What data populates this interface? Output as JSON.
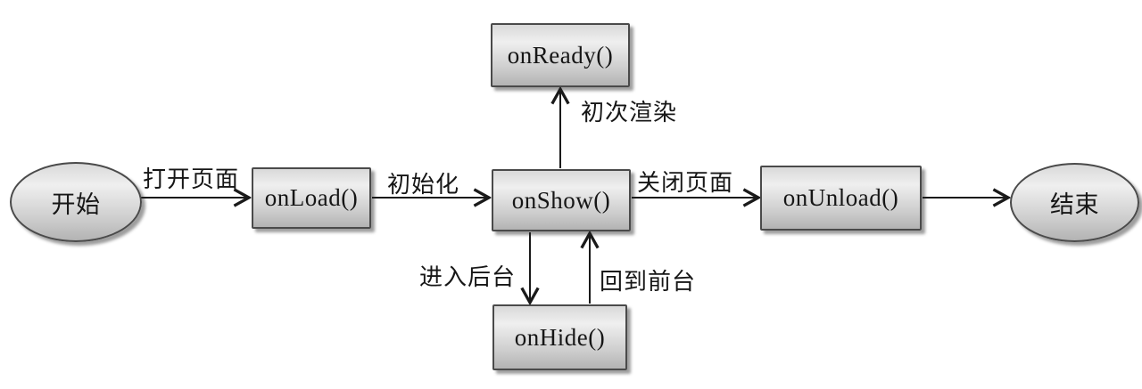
{
  "diagram": {
    "type": "flowchart",
    "subject": "mini-program page lifecycle",
    "colors": {
      "background": "#ffffff",
      "node_fill_top": "#efefef",
      "node_fill_bottom": "#b3b3b3",
      "node_border": "#4a4a4a",
      "arrow": "#1a1a1a",
      "text": "#161616"
    },
    "nodes": {
      "start": {
        "label": "开始",
        "shape": "ellipse"
      },
      "onLoad": {
        "label": "onLoad()",
        "shape": "rect"
      },
      "onReady": {
        "label": "onReady()",
        "shape": "rect"
      },
      "onShow": {
        "label": "onShow()",
        "shape": "rect"
      },
      "onHide": {
        "label": "onHide()",
        "shape": "rect"
      },
      "onUnload": {
        "label": "onUnload()",
        "shape": "rect"
      },
      "end": {
        "label": "结束",
        "shape": "ellipse"
      }
    },
    "edges": {
      "open_page": {
        "from": "start",
        "to": "onLoad",
        "label": "打开页面"
      },
      "init": {
        "from": "onLoad",
        "to": "onShow",
        "label": "初始化"
      },
      "first_render": {
        "from": "onShow",
        "to": "onReady",
        "label": "初次渲染"
      },
      "close_page": {
        "from": "onShow",
        "to": "onUnload",
        "label": "关闭页面"
      },
      "enter_background": {
        "from": "onShow",
        "to": "onHide",
        "label": "进入后台"
      },
      "back_foreground": {
        "from": "onHide",
        "to": "onShow",
        "label": "回到前台"
      },
      "finish": {
        "from": "onUnload",
        "to": "end",
        "label": ""
      }
    }
  }
}
